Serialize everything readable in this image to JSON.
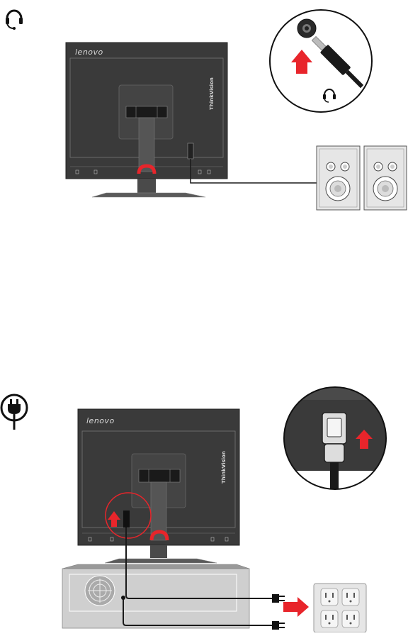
{
  "audio_section": {
    "icon": "headphone-icon",
    "monitor_brand": "lenovo",
    "monitor_sub_brand": "ThinkVision",
    "callout_icon": "headphone-icon",
    "speaker_icon": "speaker-icon"
  },
  "power_section": {
    "icon": "power-plug-icon",
    "monitor_brand": "lenovo",
    "monitor_sub_brand": "ThinkVision",
    "outlet_icon": "wall-outlet-icon",
    "arrow_color": "#e8252b"
  },
  "colors": {
    "monitor_body": "#3a3a3a",
    "accent_red": "#e8252b",
    "speaker_fill": "#e6e6e6"
  }
}
